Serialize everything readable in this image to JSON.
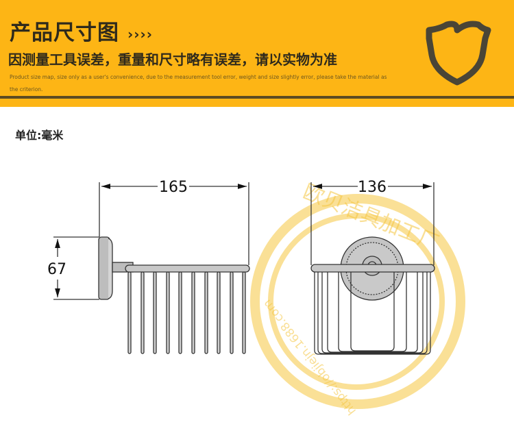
{
  "header": {
    "title": "产品尺寸图",
    "title_arrows": "››››",
    "subtitle": "因测量工具误差，重量和尺寸略有误差，请以实物为准",
    "english_note": "Product size map, size only as a user's convenience, due to the measurement tool error, weight and size slightly error, please take the material as the criterion.",
    "icon": "shield-icon"
  },
  "unit_label": "单位:毫米",
  "dimensions": {
    "side_width": "165",
    "side_height": "67",
    "front_width": "136"
  },
  "watermark": {
    "name": "欧贝洁具加工厂",
    "url": "https://objiejn.1688.com"
  },
  "colors": {
    "banner": "#FDB515",
    "banner_text": "#2f2a1c",
    "watermark": "#f5c640"
  }
}
